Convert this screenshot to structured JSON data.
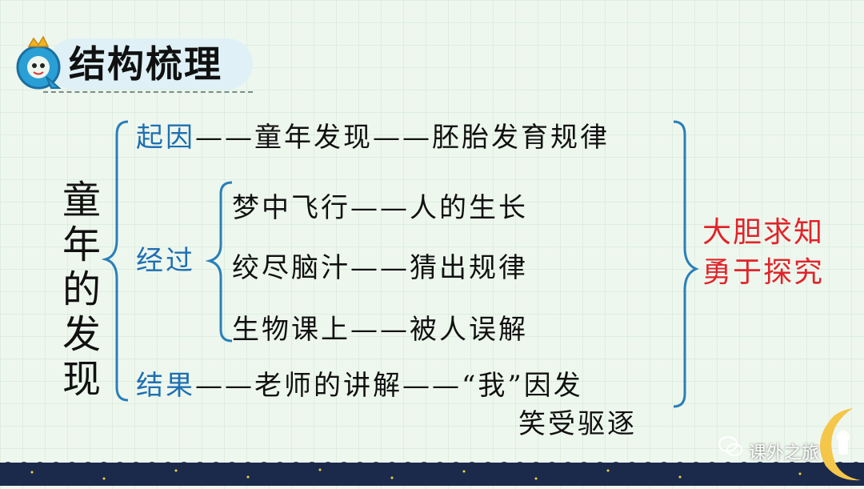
{
  "title": "结构梳理",
  "main_topic": "童年的发现",
  "sections": {
    "cause": {
      "label": "起因",
      "text": "——童年发现——胚胎发育规律"
    },
    "process": {
      "label": "经过",
      "items": [
        "梦中飞行——人的生长",
        "绞尽脑汁——猜出规律",
        "生物课上——被人误解"
      ]
    },
    "result": {
      "label": "结果",
      "text": "——老师的讲解——“我”因发",
      "text_line2": "笑受驱逐"
    }
  },
  "conclusion": {
    "line1": "大胆求知",
    "line2": "勇于探究"
  },
  "watermark": "课外之旅",
  "colors": {
    "label": "#1f6fb2",
    "conclusion": "#e0242a",
    "bracket": "#2a7fb8",
    "background": "#eef7ee"
  }
}
